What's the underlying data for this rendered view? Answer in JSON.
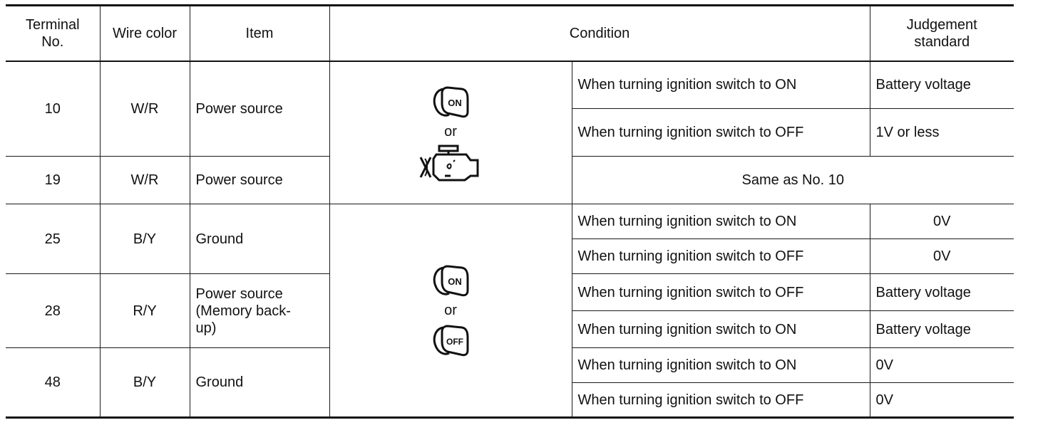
{
  "headers": {
    "terminal": "Terminal\nNo.",
    "wire": "Wire color",
    "item": "Item",
    "condition": "Condition",
    "judgement": "Judgement\nstandard"
  },
  "or_label": "or",
  "key_labels": {
    "on": "ON",
    "off": "OFF"
  },
  "rows": {
    "t10": {
      "terminal": "10",
      "wire": "W/R",
      "item": "Power source",
      "cond_a": "When turning ignition switch to ON",
      "judge_a": "Battery voltage",
      "cond_b": "When turning ignition switch to OFF",
      "judge_b": "1V or less"
    },
    "t19": {
      "terminal": "19",
      "wire": "W/R",
      "item": "Power source",
      "same": "Same as No. 10"
    },
    "t25": {
      "terminal": "25",
      "wire": "B/Y",
      "item": "Ground",
      "cond_a": "When turning ignition switch to ON",
      "judge_a": "0V",
      "cond_b": "When turning ignition switch to OFF",
      "judge_b": "0V"
    },
    "t28": {
      "terminal": "28",
      "wire": "R/Y",
      "item": "Power source\n(Memory back-\nup)",
      "cond_a": "When turning ignition switch to OFF",
      "judge_a": "Battery voltage",
      "cond_b": "When turning ignition switch to ON",
      "judge_b": "Battery voltage"
    },
    "t48": {
      "terminal": "48",
      "wire": "B/Y",
      "item": "Ground",
      "cond_a": "When turning ignition switch to ON",
      "judge_a": "0V",
      "cond_b": "When turning ignition switch to OFF",
      "judge_b": "0V"
    }
  },
  "icon_names": [
    "ignition-key-on-icon",
    "engine-icon",
    "ignition-key-off-icon"
  ]
}
